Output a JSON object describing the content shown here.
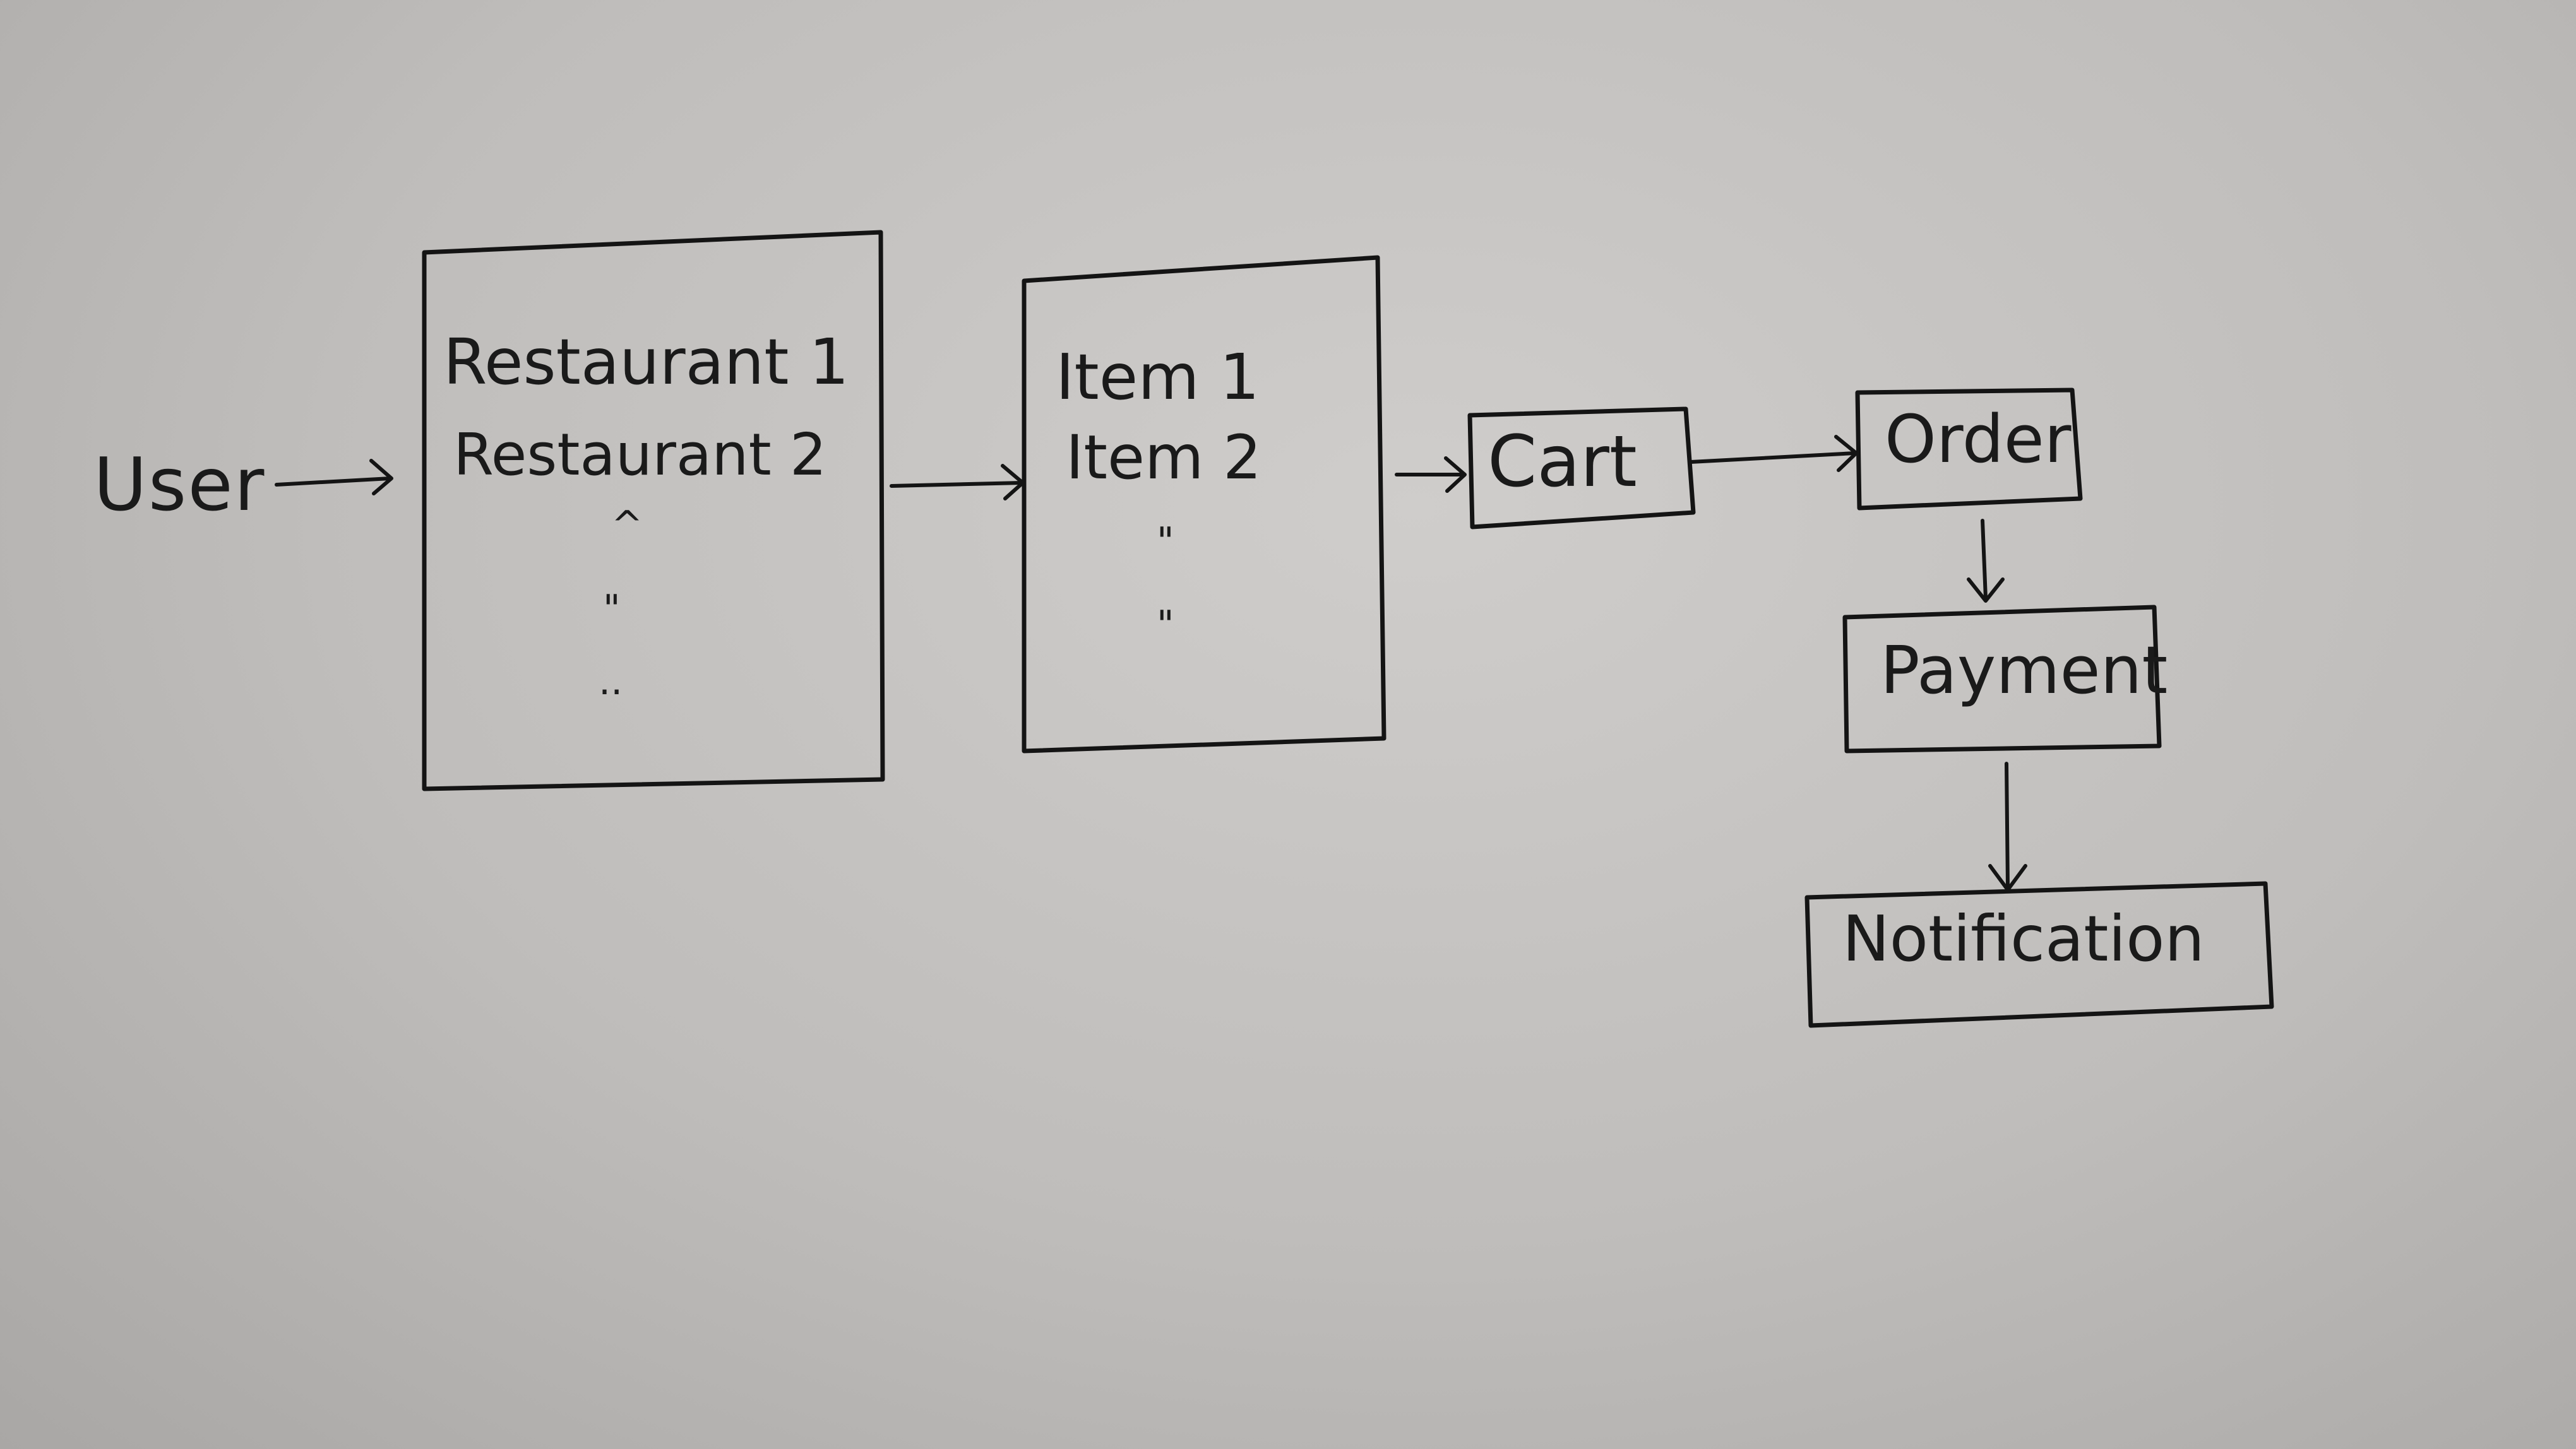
{
  "diagram": {
    "actor": "User",
    "restaurants": {
      "items": [
        "Restaurant 1",
        "Restaurant 2"
      ],
      "continuation": [
        "^",
        "\"",
        ".."
      ]
    },
    "menu": {
      "items": [
        "Item 1",
        "Item 2"
      ],
      "continuation": [
        "\"",
        "\""
      ]
    },
    "cart": "Cart",
    "order": "Order",
    "payment": "Payment",
    "notification": "Notification"
  },
  "colors": {
    "paper": "#c4c2c0",
    "ink": "#141414"
  }
}
